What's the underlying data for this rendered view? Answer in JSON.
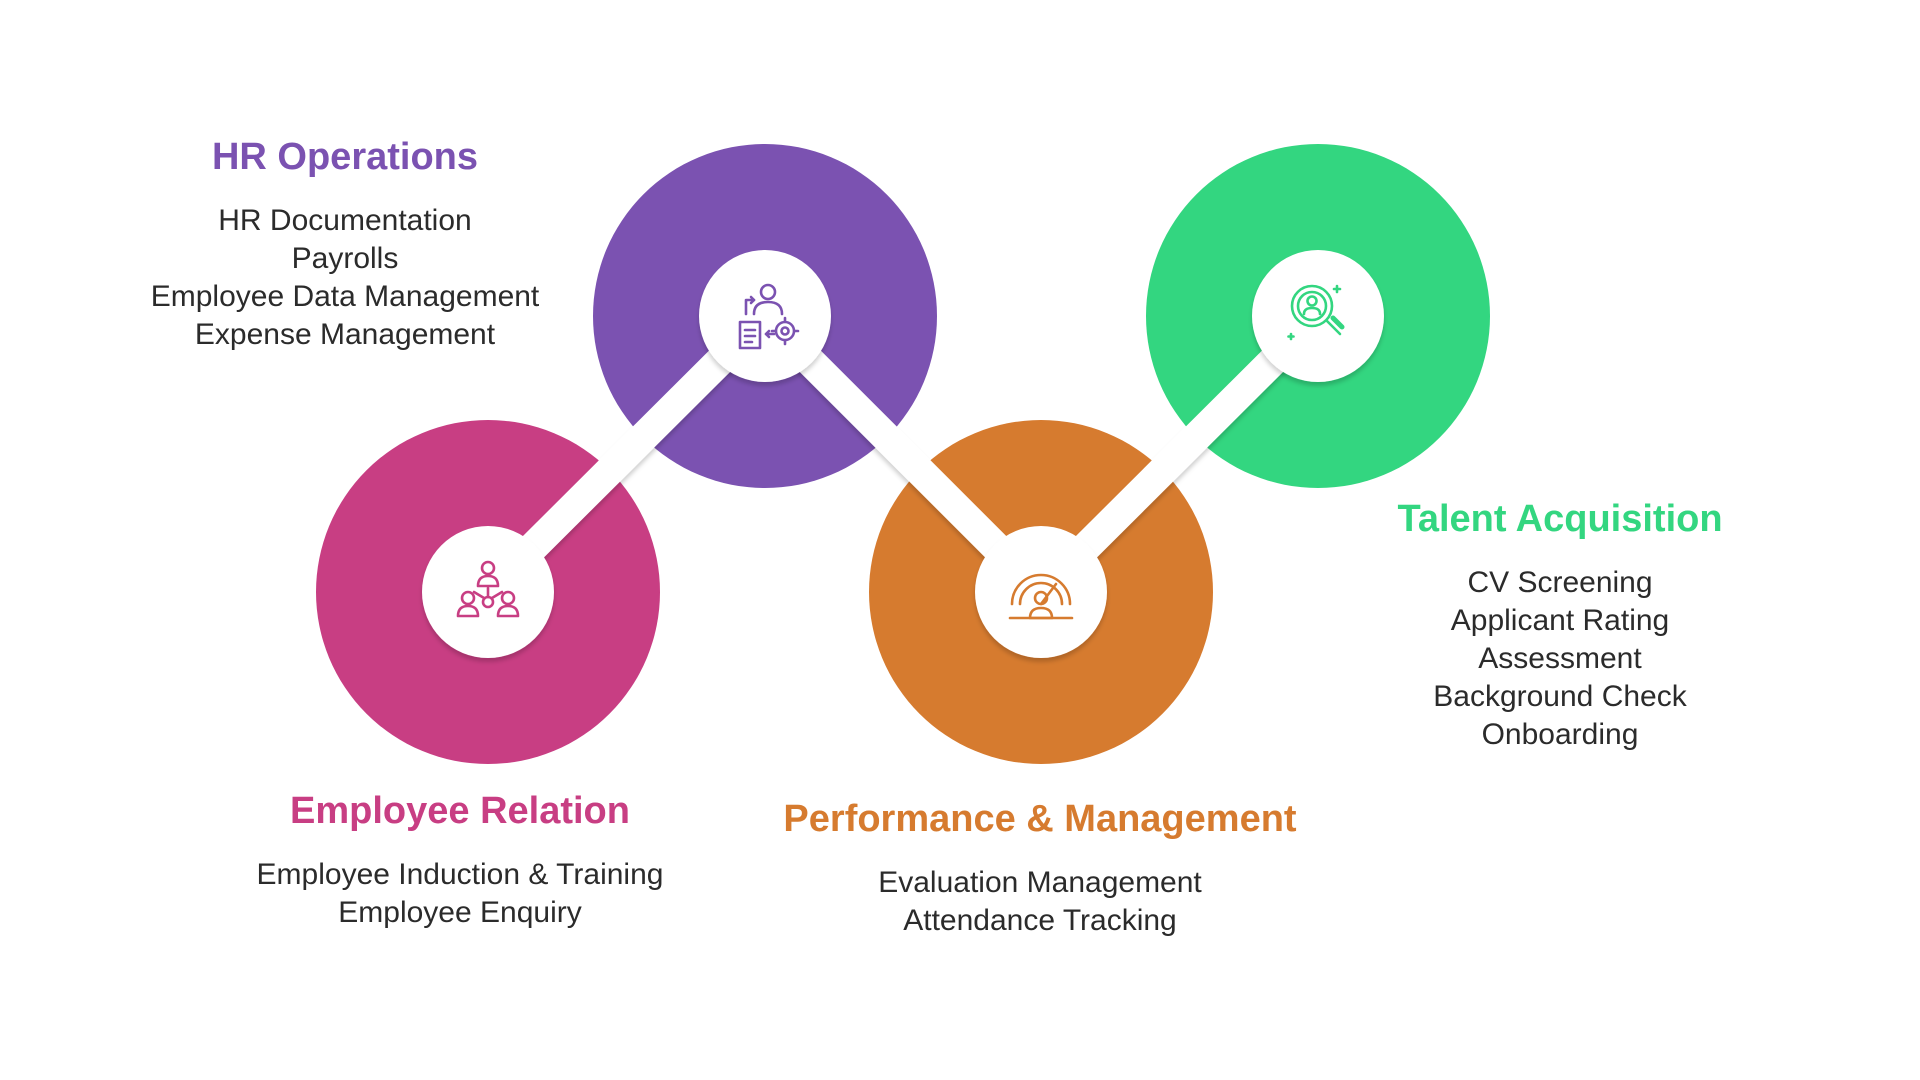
{
  "colors": {
    "hr_operations": "#7B52B1",
    "employee_relation": "#C83E83",
    "performance_management": "#D67B2F",
    "talent_acquisition": "#33D680",
    "body_text": "#2b2b2b",
    "connector": "#ffffff"
  },
  "nodes": [
    {
      "id": "hr-operations",
      "title": "HR Operations",
      "color": "#7B52B1",
      "icon": "hr-operations-document-gear-icon",
      "items": [
        "HR Documentation",
        "Payrolls",
        "Employee Data Management",
        "Expense Management"
      ]
    },
    {
      "id": "employee-relation",
      "title": "Employee Relation",
      "color": "#C83E83",
      "icon": "employee-network-icon",
      "items": [
        "Employee Induction & Training",
        "Employee Enquiry"
      ]
    },
    {
      "id": "performance-management",
      "title": "Performance & Management",
      "color": "#D67B2F",
      "icon": "performance-gauge-icon",
      "items": [
        "Evaluation Management",
        "Attendance Tracking"
      ]
    },
    {
      "id": "talent-acquisition",
      "title": "Talent Acquisition",
      "color": "#33D680",
      "icon": "talent-search-magnifier-icon",
      "items": [
        "CV Screening",
        "Applicant Rating",
        "Assessment",
        "Background Check",
        "Onboarding"
      ]
    }
  ]
}
